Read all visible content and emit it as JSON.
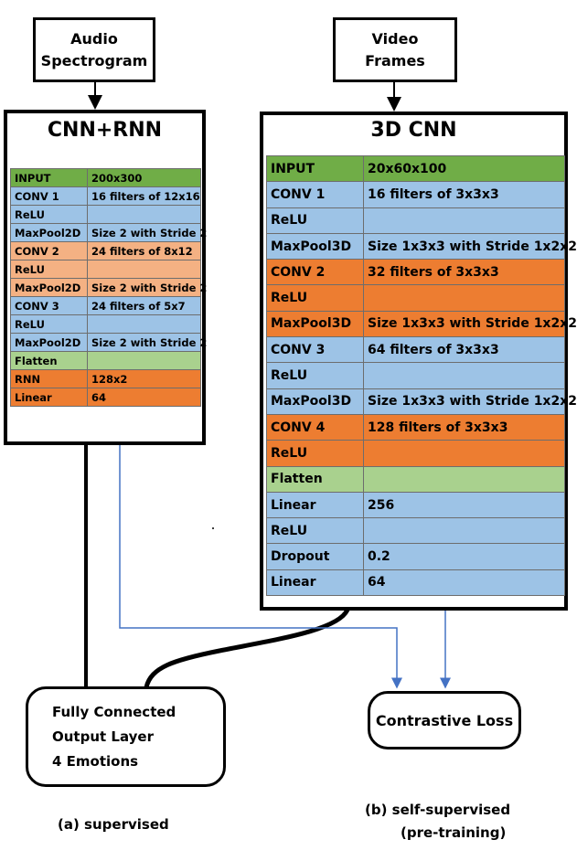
{
  "inputs": {
    "audio": [
      "Audio",
      "Spectrogram"
    ],
    "video": [
      "Video",
      "Frames"
    ]
  },
  "audio_net": {
    "title": "CNN+RNN",
    "rows": [
      {
        "layer": "INPUT",
        "detail": "200x300",
        "color": "#70ad47"
      },
      {
        "layer": "CONV 1",
        "detail": "16  filters of 12x16",
        "color": "#9dc3e6"
      },
      {
        "layer": "ReLU",
        "detail": "",
        "color": "#9dc3e6"
      },
      {
        "layer": "MaxPool2D",
        "detail": "Size 2 with Stride 2",
        "color": "#9dc3e6"
      },
      {
        "layer": "CONV 2",
        "detail": "24 filters of 8x12",
        "color": "#f4b183"
      },
      {
        "layer": "ReLU",
        "detail": "",
        "color": "#f4b183"
      },
      {
        "layer": "MaxPool2D",
        "detail": "Size 2 with Stride 2",
        "color": "#f4b183"
      },
      {
        "layer": "CONV 3",
        "detail": "24 filters of 5x7",
        "color": "#9dc3e6"
      },
      {
        "layer": "ReLU",
        "detail": "",
        "color": "#9dc3e6"
      },
      {
        "layer": "MaxPool2D",
        "detail": "Size 2 with Stride 2",
        "color": "#9dc3e6"
      },
      {
        "layer": "Flatten",
        "detail": "",
        "color": "#a9d18e"
      },
      {
        "layer": "RNN",
        "detail": "128x2",
        "color": "#ed7d31"
      },
      {
        "layer": "Linear",
        "detail": "64",
        "color": "#ed7d31"
      }
    ]
  },
  "video_net": {
    "title": "3D CNN",
    "rows": [
      {
        "layer": "INPUT",
        "detail": "20x60x100",
        "color": "#70ad47"
      },
      {
        "layer": "CONV 1",
        "detail": "16  filters of 3x3x3",
        "color": "#9dc3e6"
      },
      {
        "layer": "ReLU",
        "detail": "",
        "color": "#9dc3e6"
      },
      {
        "layer": "MaxPool3D",
        "detail": "Size 1x3x3 with Stride 1x2x2",
        "color": "#9dc3e6"
      },
      {
        "layer": "CONV 2",
        "detail": "32 filters of 3x3x3",
        "color": "#ed7d31"
      },
      {
        "layer": "ReLU",
        "detail": "",
        "color": "#ed7d31"
      },
      {
        "layer": "MaxPool3D",
        "detail": "Size 1x3x3 with Stride 1x2x2",
        "color": "#ed7d31"
      },
      {
        "layer": "CONV 3",
        "detail": "64 filters of 3x3x3",
        "color": "#9dc3e6"
      },
      {
        "layer": "ReLU",
        "detail": "",
        "color": "#9dc3e6"
      },
      {
        "layer": "MaxPool3D",
        "detail": "Size 1x3x3 with Stride 1x2x2",
        "color": "#9dc3e6"
      },
      {
        "layer": "CONV 4",
        "detail": "128 filters of 3x3x3",
        "color": "#ed7d31"
      },
      {
        "layer": "ReLU",
        "detail": "",
        "color": "#ed7d31"
      },
      {
        "layer": "Flatten",
        "detail": "",
        "color": "#a9d18e"
      },
      {
        "layer": "Linear",
        "detail": "256",
        "color": "#9dc3e6"
      },
      {
        "layer": "ReLU",
        "detail": "",
        "color": "#9dc3e6"
      },
      {
        "layer": "Dropout",
        "detail": "0.2",
        "color": "#9dc3e6"
      },
      {
        "layer": "Linear",
        "detail": "64",
        "color": "#9dc3e6"
      }
    ]
  },
  "outputs": {
    "fc": [
      "Fully Connected",
      "Output Layer",
      "4 Emotions"
    ],
    "contrastive": "Contrastive Loss"
  },
  "captions": {
    "supervised": "(a) supervised",
    "self_supervised": [
      "(b) self-supervised",
      "(pre-training)"
    ]
  },
  "colors": {
    "arrow_thick": "#000000",
    "arrow_thin": "#4472c4"
  }
}
